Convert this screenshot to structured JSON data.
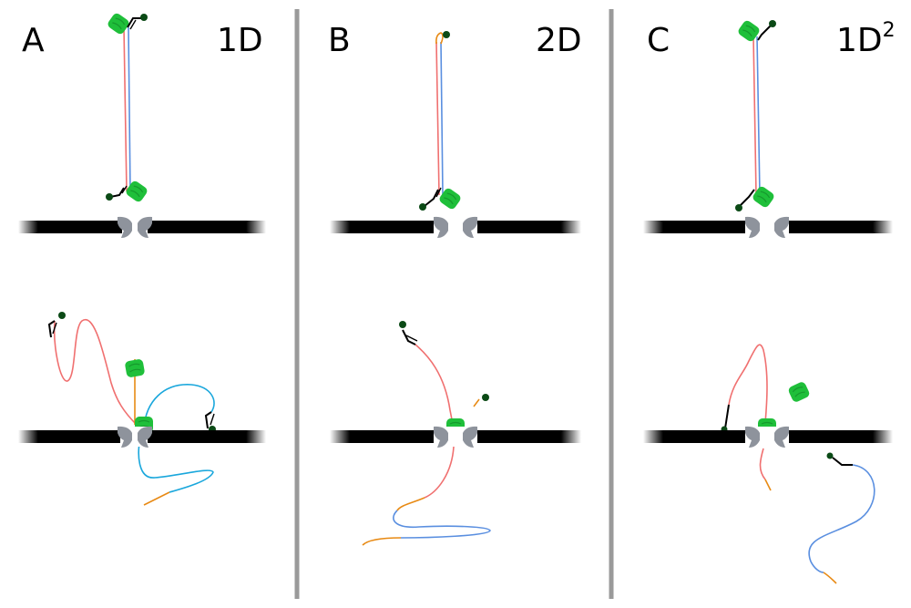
{
  "colors": {
    "red_strand": "#f07070",
    "blue_strand": "#5a8fe0",
    "cyan_strand": "#1aa7dc",
    "orange_segment": "#e88a14",
    "motor_protein": "#1fbf3a",
    "tether_bead": "#0b4a16",
    "nanopore": "#8e939c",
    "membrane": "#000000",
    "divider": "#9a9a9a"
  },
  "panels": [
    {
      "letter": "A",
      "label": "1D",
      "sup": ""
    },
    {
      "letter": "B",
      "label": "2D",
      "sup": ""
    },
    {
      "letter": "C",
      "label": "1D",
      "sup": "2"
    }
  ],
  "icons": {
    "motor": "motor-protein-icon",
    "pore": "nanopore-icon",
    "tether": "tether-bead-icon"
  }
}
